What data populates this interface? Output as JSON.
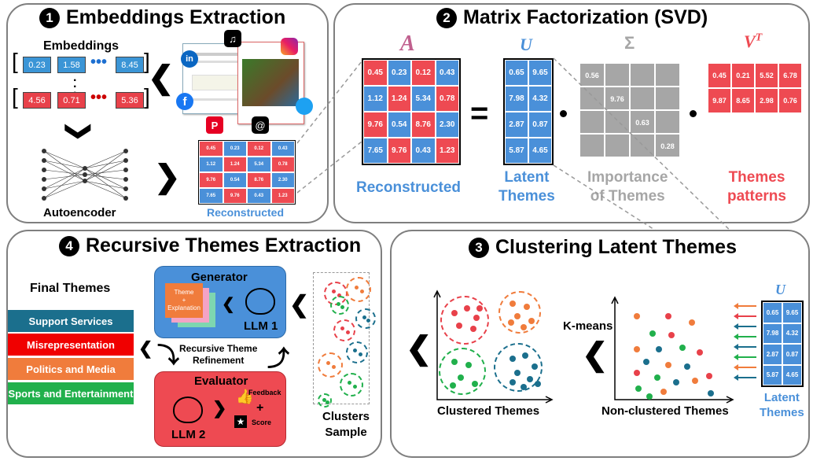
{
  "p1": {
    "num": "1",
    "title": "Embeddings Extraction",
    "emb_label": "Embeddings",
    "row1": [
      "0.23",
      "1.58",
      "•••",
      "8.45"
    ],
    "row2": [
      "4.56",
      "0.71",
      "•••",
      "5.36"
    ],
    "autoencoder": "Autoencoder",
    "reconstructed": "Reconstructed",
    "small_matrix": [
      [
        "0.45",
        "0.23",
        "0.12",
        "0.43"
      ],
      [
        "1.12",
        "1.24",
        "5.34",
        "0.78"
      ],
      [
        "9.76",
        "0.54",
        "8.76",
        "2.30"
      ],
      [
        "7.65",
        "9.76",
        "0.43",
        "1.23"
      ]
    ]
  },
  "p2": {
    "num": "2",
    "title": "Matrix Factorization (SVD)",
    "A": "A",
    "U": "U",
    "Sigma": "Σ",
    "V": "V",
    "VT_sup": "T",
    "eq": "=",
    "A_matrix": [
      [
        "0.45",
        "0.23",
        "0.12",
        "0.43"
      ],
      [
        "1.12",
        "1.24",
        "5.34",
        "0.78"
      ],
      [
        "9.76",
        "0.54",
        "8.76",
        "2.30"
      ],
      [
        "7.65",
        "9.76",
        "0.43",
        "1.23"
      ]
    ],
    "U_matrix": [
      [
        "0.65",
        "9.65"
      ],
      [
        "7.98",
        "4.32"
      ],
      [
        "2.87",
        "0.87"
      ],
      [
        "5.87",
        "4.65"
      ]
    ],
    "S_diag": [
      "0.56",
      "9.76",
      "0.63",
      "0.28"
    ],
    "V_matrix": [
      [
        "0.45",
        "0.21",
        "5.52",
        "6.78"
      ],
      [
        "9.87",
        "8.65",
        "2.98",
        "0.76"
      ]
    ],
    "lbl_reconstructed": "Reconstructed",
    "lbl_latent1": "Latent",
    "lbl_latent2": "Themes",
    "lbl_imp1": "Importance",
    "lbl_imp2": "of Themes",
    "lbl_tp1": "Themes",
    "lbl_tp2": "patterns"
  },
  "p3": {
    "num": "3",
    "title": "Clustering Latent Themes",
    "U": "U",
    "kmeans": "K-means",
    "clustered": "Clustered Themes",
    "nonclustered": "Non-clustered Themes",
    "latent1": "Latent",
    "latent2": "Themes",
    "U_matrix": [
      [
        "0.65",
        "9.65"
      ],
      [
        "7.98",
        "4.32"
      ],
      [
        "2.87",
        "0.87"
      ],
      [
        "5.87",
        "4.65"
      ]
    ]
  },
  "p4": {
    "num": "4",
    "title": "Recursive Themes Extraction",
    "final": "Final Themes",
    "themes": [
      "Support Services",
      "Misrepresentation",
      "Politics and Media",
      "Sports and Entertainment"
    ],
    "generator": "Generator",
    "card1": "Theme",
    "card2": "+",
    "card3": "Explanation",
    "llm1": "LLM 1",
    "refine1": "Recursive Theme",
    "refine2": "Refinement",
    "evaluator": "Evaluator",
    "llm2": "LLM 2",
    "feedback": "Feedback",
    "plus": "+",
    "score": "Score",
    "clusters1": "Clusters",
    "clusters2": "Sample"
  },
  "colors": {
    "theme1": "#1b6f8d",
    "theme2": "#f00000",
    "theme3": "#f07c3c",
    "theme4": "#21b04c",
    "generator": "#4a90d9",
    "evaluator": "#ee4a52"
  }
}
